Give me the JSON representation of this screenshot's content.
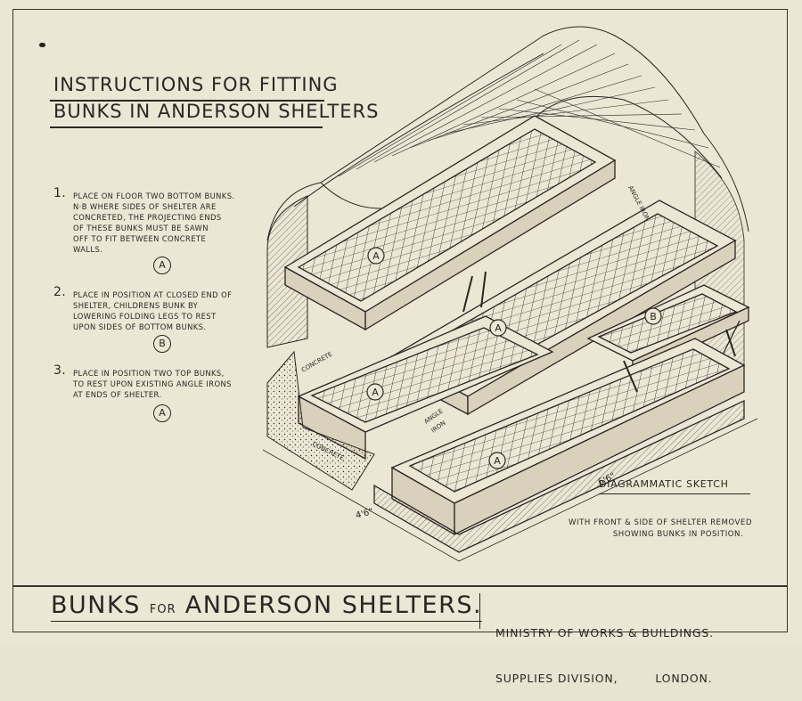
{
  "heading": {
    "line1": "INSTRUCTIONS FOR FITTING",
    "line2": "BUNKS IN ANDERSON SHELTERS"
  },
  "steps": [
    {
      "num": "1.",
      "lines": [
        "PLACE ON FLOOR TWO BOTTOM BUNKS.",
        "N·B WHERE SIDES OF SHELTER ARE",
        "CONCRETED, THE PROJECTING ENDS",
        "OF THESE BUNKS MUST BE SAWN",
        "OFF TO FIT BETWEEN CONCRETE",
        "WALLS."
      ],
      "marker": "A"
    },
    {
      "num": "2.",
      "lines": [
        "PLACE IN POSITION AT CLOSED END OF",
        "SHELTER, CHILDRENS BUNK BY",
        "LOWERING FOLDING LEGS TO REST",
        "UPON SIDES OF BOTTOM BUNKS."
      ],
      "marker": "B"
    },
    {
      "num": "3.",
      "lines": [
        "PLACE IN POSITION TWO TOP BUNKS,",
        "TO REST UPON EXISTING ANGLE IRONS",
        "AT ENDS OF SHELTER."
      ],
      "marker": "A"
    }
  ],
  "diagram_labels": {
    "angle_iron_top": "ANGLE IRON",
    "angle_iron_bottom_1": "ANGLE",
    "angle_iron_bottom_2": "IRON",
    "concrete_1": "CONCRETE",
    "concrete_2": "CONCRETE",
    "dim_length": "6'6\"",
    "dim_width": "4'6\"",
    "bunk_a": "A",
    "bunk_b": "B"
  },
  "sketch": {
    "title": "DIAGRAMMATIC SKETCH",
    "line1": "WITH FRONT & SIDE OF SHELTER REMOVED",
    "line2": "SHOWING BUNKS IN POSITION."
  },
  "footer": {
    "title_a": "BUNKS",
    "title_for": "FOR",
    "title_b": "ANDERSON SHELTERS.",
    "ministry_1": "MINISTRY OF WORKS & BUILDINGS.",
    "ministry_2a": "SUPPLIES DIVISION,",
    "ministry_2b": "LONDON."
  },
  "colors": {
    "paper": "#ece6d5",
    "ink": "#2a2622"
  }
}
